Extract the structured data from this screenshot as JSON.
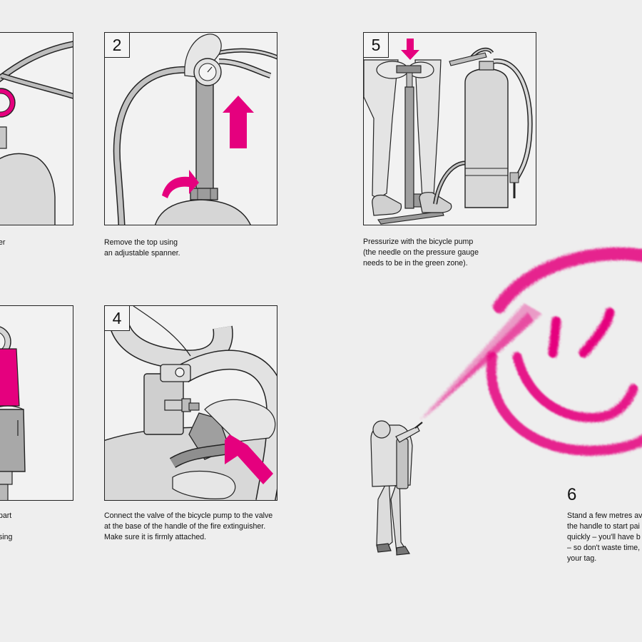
{
  "steps": [
    {
      "number": "",
      "caption_lines": [
        "er",
        ""
      ]
    },
    {
      "number": "2",
      "caption_lines": [
        "Remove the top using",
        "an adjustable spanner."
      ]
    },
    {
      "number": "5",
      "caption_lines": [
        "Pressurize with the bicycle pump",
        "(the needle on the pressure gauge",
        "needs to be in the green zone)."
      ]
    },
    {
      "number": "",
      "caption_lines": [
        "part",
        "",
        "sing"
      ]
    },
    {
      "number": "4",
      "caption_lines": [
        "Connect the valve of the bicycle pump to the valve",
        "at the base of the handle of the fire extinguisher.",
        "Make sure it is firmly attached."
      ]
    },
    {
      "number": "6",
      "caption_lines": [
        "Stand a few metres av",
        "the handle to start pai",
        "quickly – you'll have b",
        "– so don't waste time,",
        "your tag."
      ]
    }
  ],
  "colors": {
    "accent": "#e5007e",
    "line": "#222222",
    "metal": "#a8a8a8",
    "light_metal": "#d6d6d6",
    "panel_bg": "#f2f2f2",
    "page_bg": "#eeeeee"
  },
  "icons": [
    "up-arrow-icon",
    "curved-arrow-icon",
    "down-arrow-icon",
    "diagonal-arrow-icon"
  ]
}
